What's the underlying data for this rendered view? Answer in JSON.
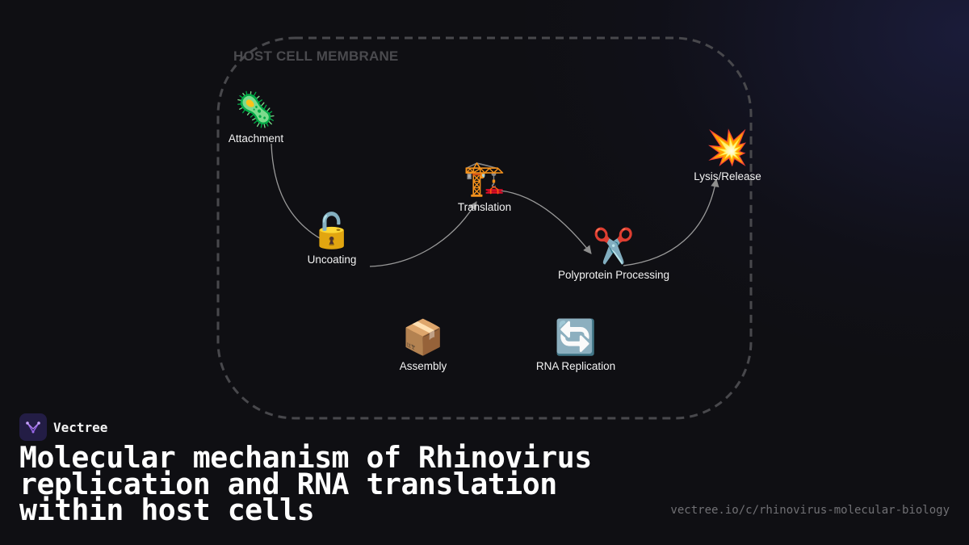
{
  "diagram": {
    "membrane_label": "HOST CELL MEMBRANE",
    "colors": {
      "membrane": "#4a4a4e",
      "arrow": "#9a9a9a",
      "background": "#0f0f13"
    },
    "nodes": [
      {
        "id": "attachment",
        "label": "Attachment",
        "icon": "microbe-icon",
        "glyph": "🦠"
      },
      {
        "id": "uncoating",
        "label": "Uncoating",
        "icon": "unlock-icon",
        "glyph": "🔓"
      },
      {
        "id": "translation",
        "label": "Translation",
        "icon": "construction-icon",
        "glyph": "🏗️"
      },
      {
        "id": "polyprotein",
        "label": "Polyprotein Processing",
        "icon": "scissors-icon",
        "glyph": "✂️"
      },
      {
        "id": "lysis",
        "label": "Lysis/Release",
        "icon": "collision-icon",
        "glyph": "💥"
      },
      {
        "id": "assembly",
        "label": "Assembly",
        "icon": "package-icon",
        "glyph": "📦"
      },
      {
        "id": "rna_replication",
        "label": "RNA Replication",
        "icon": "refresh-icon",
        "glyph": "🔄"
      }
    ],
    "edges": [
      {
        "from": "attachment",
        "to": "uncoating"
      },
      {
        "from": "uncoating",
        "to": "translation"
      },
      {
        "from": "translation",
        "to": "polyprotein"
      },
      {
        "from": "polyprotein",
        "to": "lysis"
      }
    ]
  },
  "footer": {
    "brand_name": "Vectree",
    "title": "Molecular mechanism of Rhinovirus replication and RNA translation within host cells",
    "url": "vectree.io/c/rhinovirus-molecular-biology"
  }
}
